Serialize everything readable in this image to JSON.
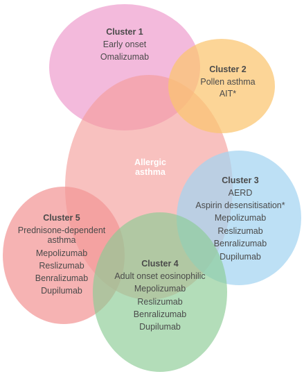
{
  "diagram": {
    "center": {
      "title_line1": "Allergic",
      "title_line2": "asthma"
    },
    "clusters": [
      {
        "id": "cluster1",
        "title": "Cluster 1",
        "lines": [
          "Early onset",
          "Omalizumab"
        ],
        "color": "#ec90c6"
      },
      {
        "id": "cluster2",
        "title": "Cluster 2",
        "lines": [
          "Pollen asthma",
          "AIT*"
        ],
        "color": "#fbc56f"
      },
      {
        "id": "cluster3",
        "title": "Cluster 3",
        "lines": [
          "AERD",
          "Aspirin desensitisation*",
          "Mepolizumab",
          "Reslizumab",
          "Benralizumab",
          "Dupilumab"
        ],
        "color": "#a3d4f1"
      },
      {
        "id": "cluster4",
        "title": "Cluster 4",
        "lines": [
          "Adult onset eosinophilic",
          "Mepolizumab",
          "Reslizumab",
          "Benralizumab",
          "Dupilumab"
        ],
        "color": "#8ccc94"
      },
      {
        "id": "cluster5",
        "title": "Cluster 5",
        "lines": [
          "Prednisone-dependent",
          "asthma",
          "Mepolizumab",
          "Reslizumab",
          "Benralizumab",
          "Dupilumab"
        ],
        "color": "#f39696"
      }
    ],
    "center_color": "#f39b98"
  }
}
